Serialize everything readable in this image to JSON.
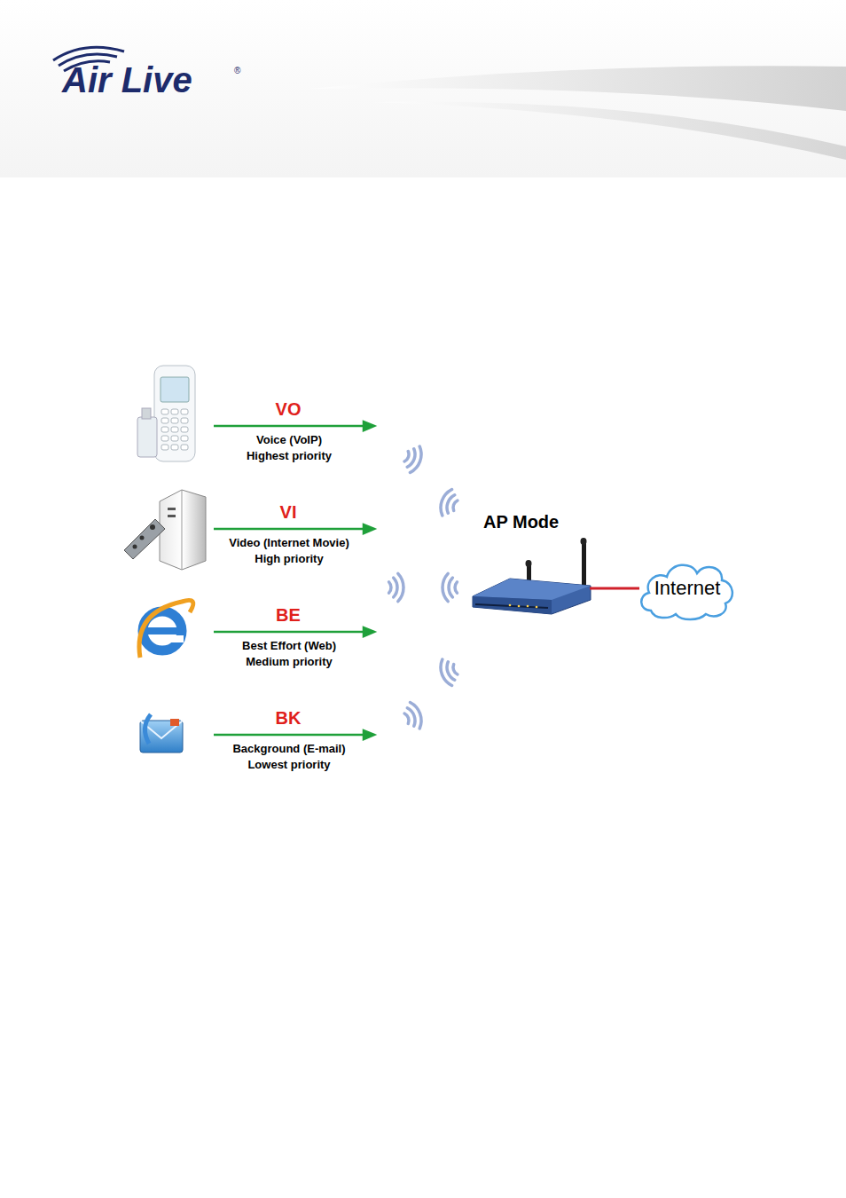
{
  "diagram": {
    "nodes": [
      {
        "text": [
          "AP Mode"
        ]
      },
      {
        "text": [
          "Internet"
        ]
      }
    ],
    "edges": [
      {
        "from": 0,
        "to": 1,
        "arrow": "none"
      }
    ],
    "labels": [
      "Air Live",
      "®",
      "VO",
      "Voice (VoIP)",
      "Highest priority",
      "VI",
      "Video (Internet Movie)",
      "High priority",
      "BE",
      "Best Effort (Web)",
      "Medium priority",
      "BK",
      "Background (E-mail)",
      "Lowest priority"
    ]
  }
}
